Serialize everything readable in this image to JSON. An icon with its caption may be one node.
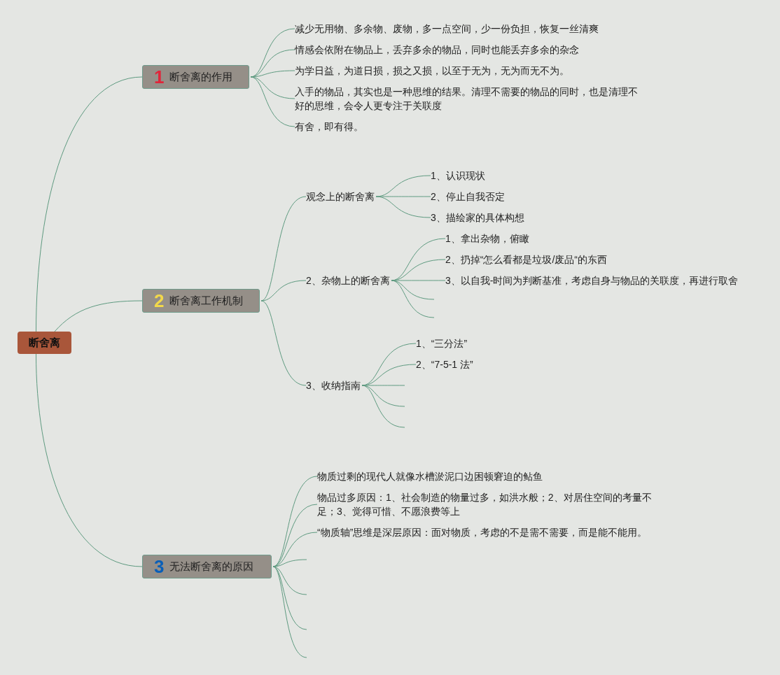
{
  "diagram": {
    "nodes": [
      {
        "text": [
          "断舍离"
        ]
      },
      {
        "text": [
          "1",
          "断舍离的作用"
        ]
      },
      {
        "text": [
          "减少无用物、多余物、废物，多一点空间，少一份负担，恢复一丝清爽"
        ]
      },
      {
        "text": [
          "情感会依附在物品上，丢弃多余的物品，同时也能丢弃多余的杂念"
        ]
      },
      {
        "text": [
          "为学日益，为道日损，损之又损，以至于无为，无为而无不为。"
        ]
      },
      {
        "text": [
          "入手的物品，其实也是一种思维的结果。清理不需要的物品的同时，也是清理不好的思维，会令人更专注于关联度"
        ]
      },
      {
        "text": [
          "有舍，即有得。"
        ]
      },
      {
        "text": [
          "2",
          "断舍离工作机制"
        ]
      },
      {
        "text": [
          "观念上的断舍离"
        ]
      },
      {
        "text": [
          "1、认识现状"
        ]
      },
      {
        "text": [
          "2、停止自我否定"
        ]
      },
      {
        "text": [
          "3、描绘家的具体构想"
        ]
      },
      {
        "text": [
          "2、杂物上的断舍离"
        ]
      },
      {
        "text": [
          "1、拿出杂物，俯瞰"
        ]
      },
      {
        "text": [
          "2、扔掉“怎么看都是垃圾/废品“的东西"
        ]
      },
      {
        "text": [
          "3、以自我-时间为判断基准，考虑自身与物品的关联度，再进行取舍"
        ]
      },
      {
        "text": [
          "3、收纳指南"
        ]
      },
      {
        "text": [
          "1、“三分法”"
        ]
      },
      {
        "text": [
          "2、“7-5-1 法”"
        ]
      },
      {
        "text": [
          "3",
          "无法断舍离的原因"
        ]
      },
      {
        "text": [
          "物质过剩的现代人就像水槽淤泥口边困顿窘迫的鲇鱼"
        ]
      },
      {
        "text": [
          "物品过多原因：1、社会制造的物量过多，如洪水般；2、对居住空间的考量不足；3、觉得可惜、不愿浪费等上"
        ]
      },
      {
        "text": [
          "“物质轴”思维是深层原因：面对物质，考虑的不是需不需要，而是能不能用。"
        ]
      }
    ],
    "edges": [
      {
        "from": 0,
        "to": 1,
        "arrow": "none"
      },
      {
        "from": 1,
        "to": 2,
        "arrow": "none"
      },
      {
        "from": 1,
        "to": 3,
        "arrow": "none"
      },
      {
        "from": 1,
        "to": 4,
        "arrow": "none"
      },
      {
        "from": 1,
        "to": 5,
        "arrow": "none"
      },
      {
        "from": 1,
        "to": 6,
        "arrow": "none"
      },
      {
        "from": 0,
        "to": 7,
        "arrow": "none"
      },
      {
        "from": 7,
        "to": 8,
        "arrow": "none"
      },
      {
        "from": 8,
        "to": 9,
        "arrow": "none"
      },
      {
        "from": 8,
        "to": 10,
        "arrow": "none"
      },
      {
        "from": 8,
        "to": 11,
        "arrow": "none"
      },
      {
        "from": 7,
        "to": 12,
        "arrow": "none"
      },
      {
        "from": 12,
        "to": 13,
        "arrow": "none"
      },
      {
        "from": 12,
        "to": 14,
        "arrow": "none"
      },
      {
        "from": 12,
        "to": 15,
        "arrow": "none"
      },
      {
        "from": 12,
        "to": null,
        "arrow": "none"
      },
      {
        "from": 12,
        "to": null,
        "arrow": "none"
      },
      {
        "from": 7,
        "to": 16,
        "arrow": "none"
      },
      {
        "from": 16,
        "to": 17,
        "arrow": "none"
      },
      {
        "from": 16,
        "to": 18,
        "arrow": "none"
      },
      {
        "from": 16,
        "to": null,
        "arrow": "none"
      },
      {
        "from": 16,
        "to": null,
        "arrow": "none"
      },
      {
        "from": 16,
        "to": null,
        "arrow": "none"
      },
      {
        "from": 0,
        "to": 19,
        "arrow": "none"
      },
      {
        "from": 19,
        "to": 20,
        "arrow": "none"
      },
      {
        "from": 19,
        "to": 21,
        "arrow": "none"
      },
      {
        "from": 19,
        "to": 22,
        "arrow": "none"
      },
      {
        "from": 19,
        "to": null,
        "arrow": "none"
      },
      {
        "from": 19,
        "to": null,
        "arrow": "none"
      },
      {
        "from": 19,
        "to": null,
        "arrow": "none"
      },
      {
        "from": 19,
        "to": null,
        "arrow": "none"
      }
    ]
  }
}
